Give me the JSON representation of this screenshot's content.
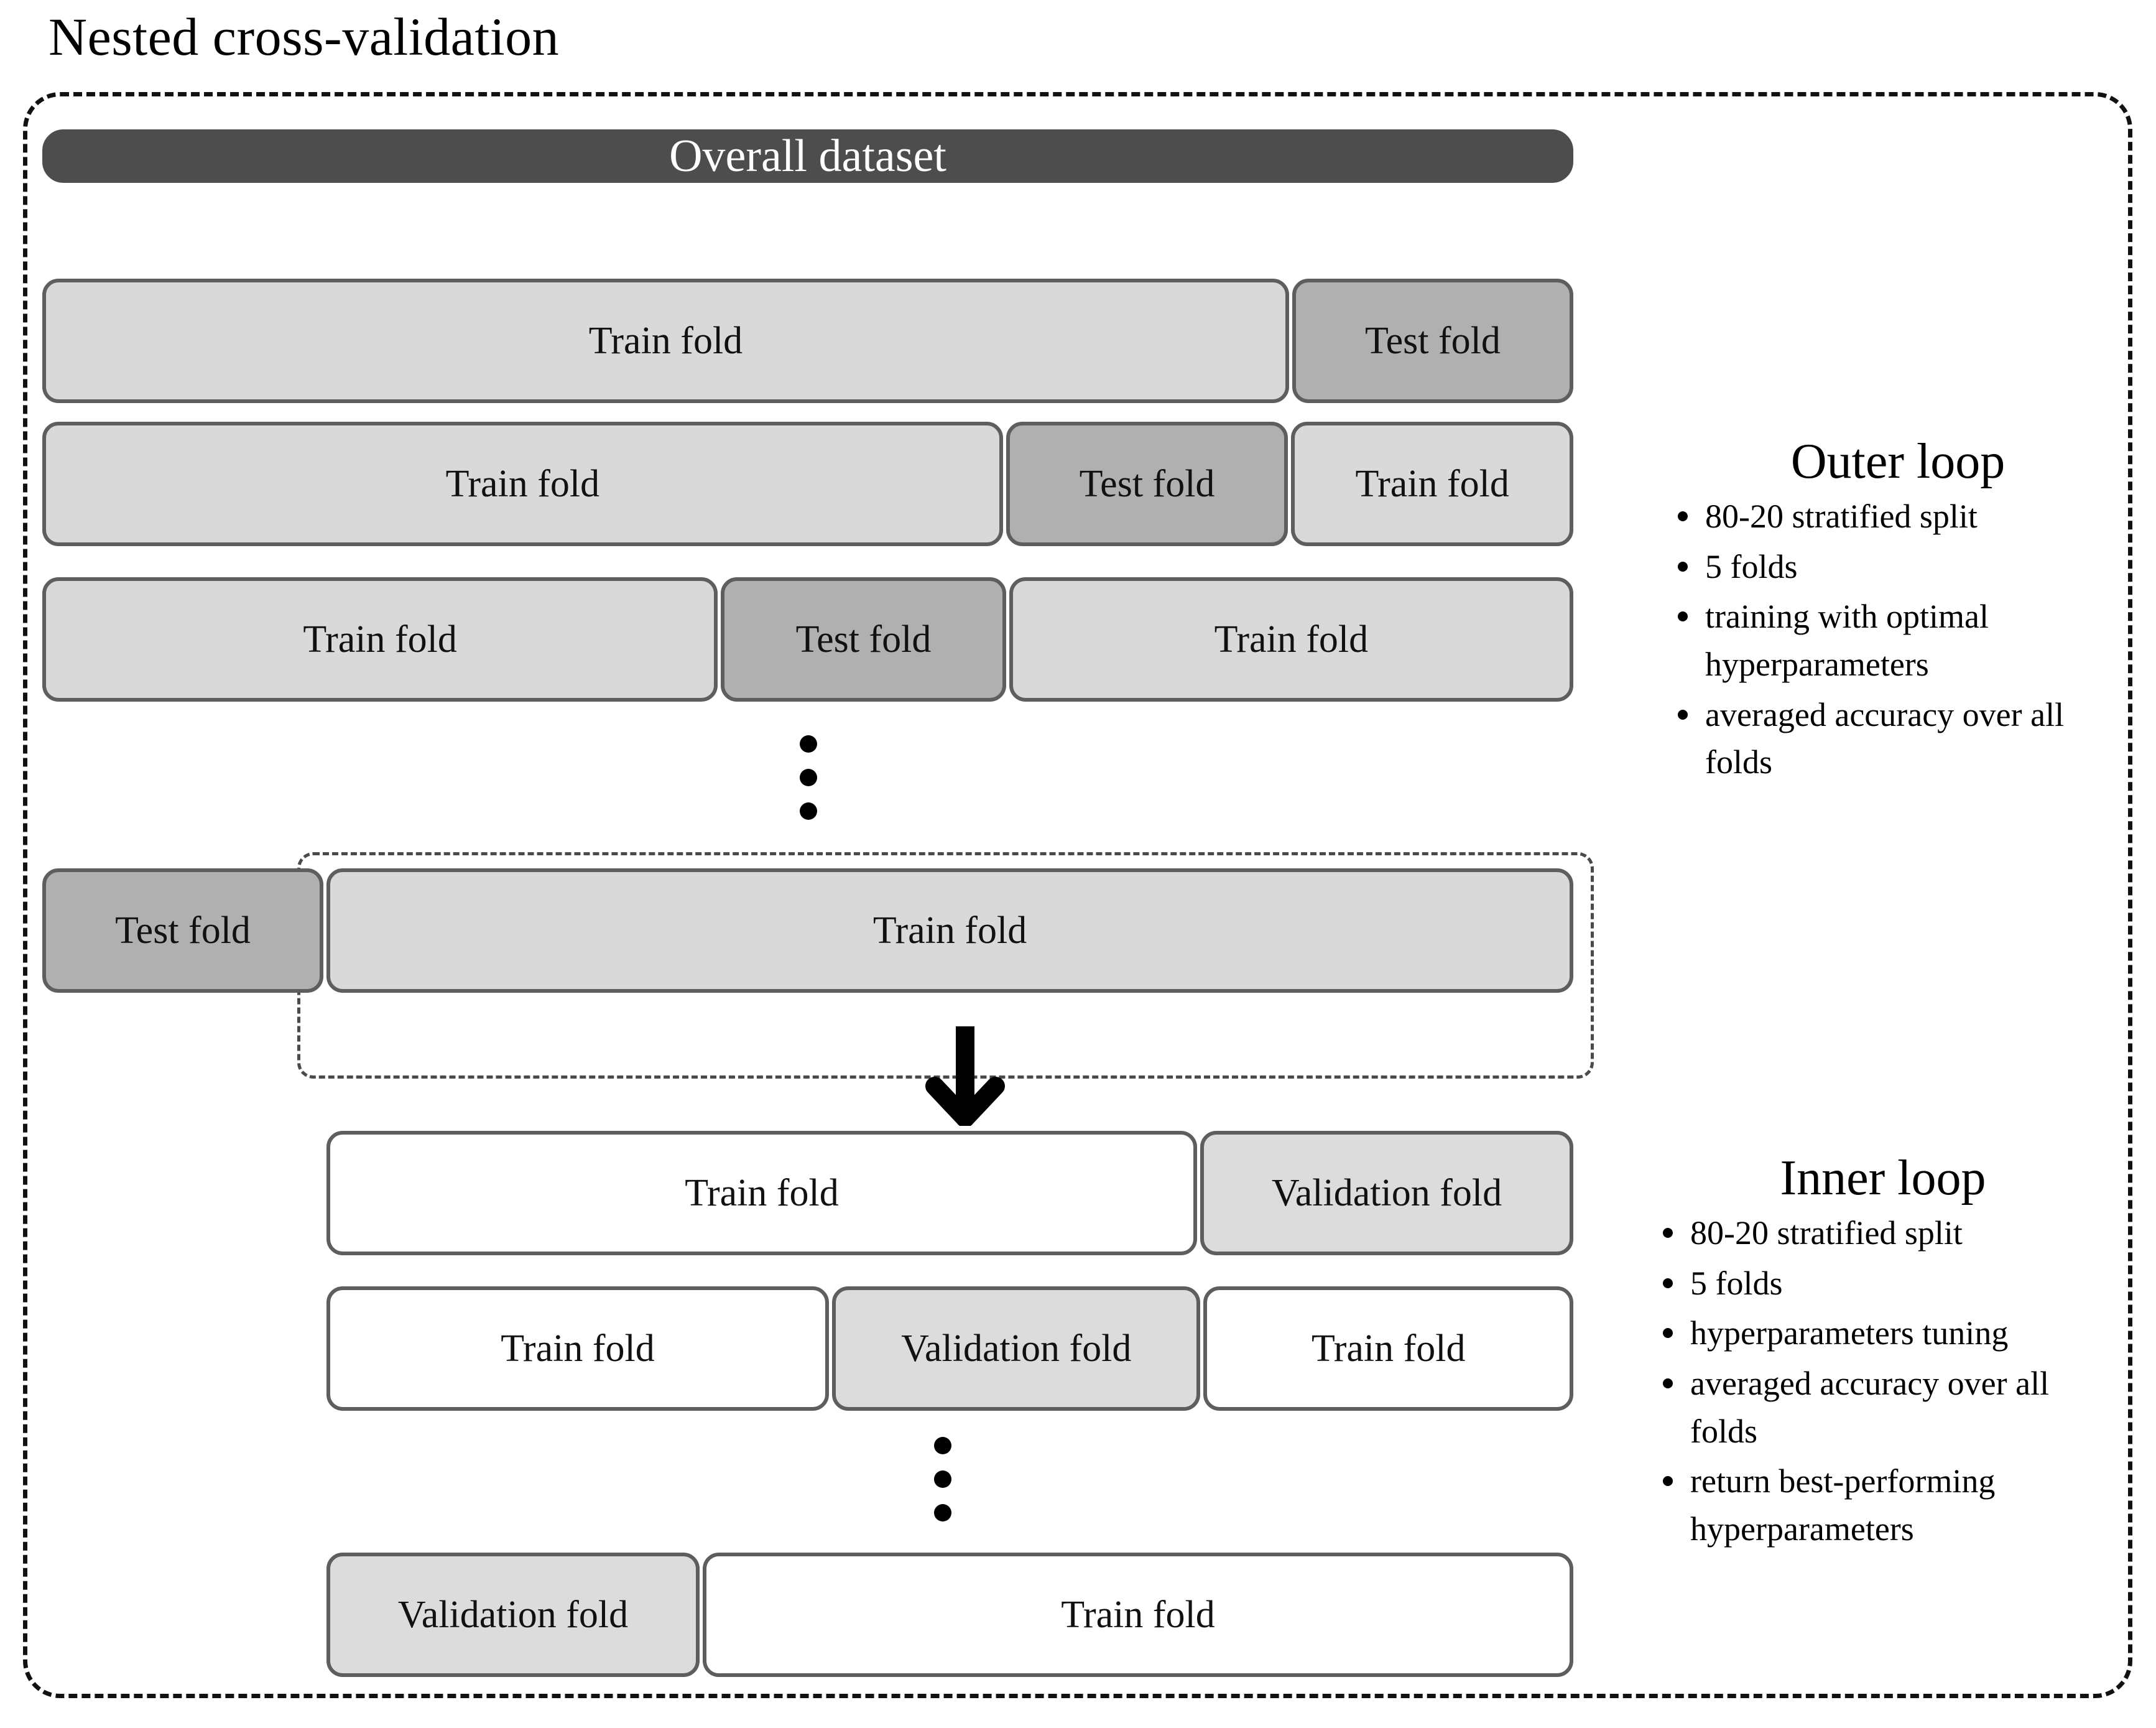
{
  "title": "Nested cross-validation",
  "labels": {
    "overall_dataset": "Overall dataset",
    "train_fold": "Train fold",
    "test_fold": "Test fold",
    "validation_fold": "Validation fold"
  },
  "colors": {
    "overall_dataset_fill": "#4d4d4d",
    "train_fold_fill": "#d9d9d9",
    "test_fold_fill": "#b0b0b0",
    "inner_train_fold_fill": "#ffffff",
    "validation_fold_fill": "#dcdcdc",
    "segment_border": "#5e5e5e",
    "dashed_border": "#111111",
    "text": "#000000"
  },
  "outer_loop": {
    "heading": "Outer loop",
    "bullets": [
      "80-20 stratified split",
      "5 folds",
      "training with optimal hyperparameters",
      "averaged accuracy over all folds"
    ],
    "rows": [
      {
        "segments": [
          {
            "label": "Overall dataset",
            "style": "dark",
            "width_pct": 100
          }
        ]
      },
      {
        "segments": [
          {
            "label": "Train fold",
            "style": "light",
            "width_pct": 81.6
          },
          {
            "label": "Test fold",
            "style": "mid",
            "width_pct": 18.4
          }
        ]
      },
      {
        "segments": [
          {
            "label": "Train fold",
            "style": "light",
            "width_pct": 63.0
          },
          {
            "label": "Test fold",
            "style": "mid",
            "width_pct": 18.5
          },
          {
            "label": "Train fold",
            "style": "light",
            "width_pct": 18.5
          }
        ]
      },
      {
        "segments": [
          {
            "label": "Train fold",
            "style": "light",
            "width_pct": 44.3
          },
          {
            "label": "Test fold",
            "style": "mid",
            "width_pct": 18.7
          },
          {
            "label": "Train fold",
            "style": "light",
            "width_pct": 37.0
          }
        ]
      },
      {
        "segments": [
          {
            "label": "Test fold",
            "style": "mid",
            "width_pct": 18.4
          },
          {
            "label": "Train fold",
            "style": "light",
            "width_pct": 81.6
          }
        ]
      }
    ]
  },
  "inner_loop": {
    "heading": "Inner loop",
    "bullets": [
      "80-20 stratified split",
      "5 folds",
      "hyperparameters tuning",
      "averaged accuracy over all folds",
      "return best-performing hyperparameters"
    ],
    "rows": [
      {
        "segments": [
          {
            "label": "Train fold",
            "style": "white",
            "width_pct": 70.0
          },
          {
            "label": "Validation fold",
            "style": "vlight",
            "width_pct": 30.0
          }
        ]
      },
      {
        "segments": [
          {
            "label": "Train fold",
            "style": "white",
            "width_pct": 40.5
          },
          {
            "label": "Validation fold",
            "style": "vlight",
            "width_pct": 29.7
          },
          {
            "label": "Train fold",
            "style": "white",
            "width_pct": 29.8
          }
        ]
      },
      {
        "segments": [
          {
            "label": "Validation fold",
            "style": "vlight",
            "width_pct": 30.0
          },
          {
            "label": "Train fold",
            "style": "white",
            "width_pct": 70.0
          }
        ]
      }
    ]
  },
  "ellipsis": {
    "outer_label": "vertical-ellipsis",
    "inner_label": "vertical-ellipsis",
    "dot_count": 3
  },
  "arrow": {
    "name": "down-arrow",
    "direction": "down"
  }
}
